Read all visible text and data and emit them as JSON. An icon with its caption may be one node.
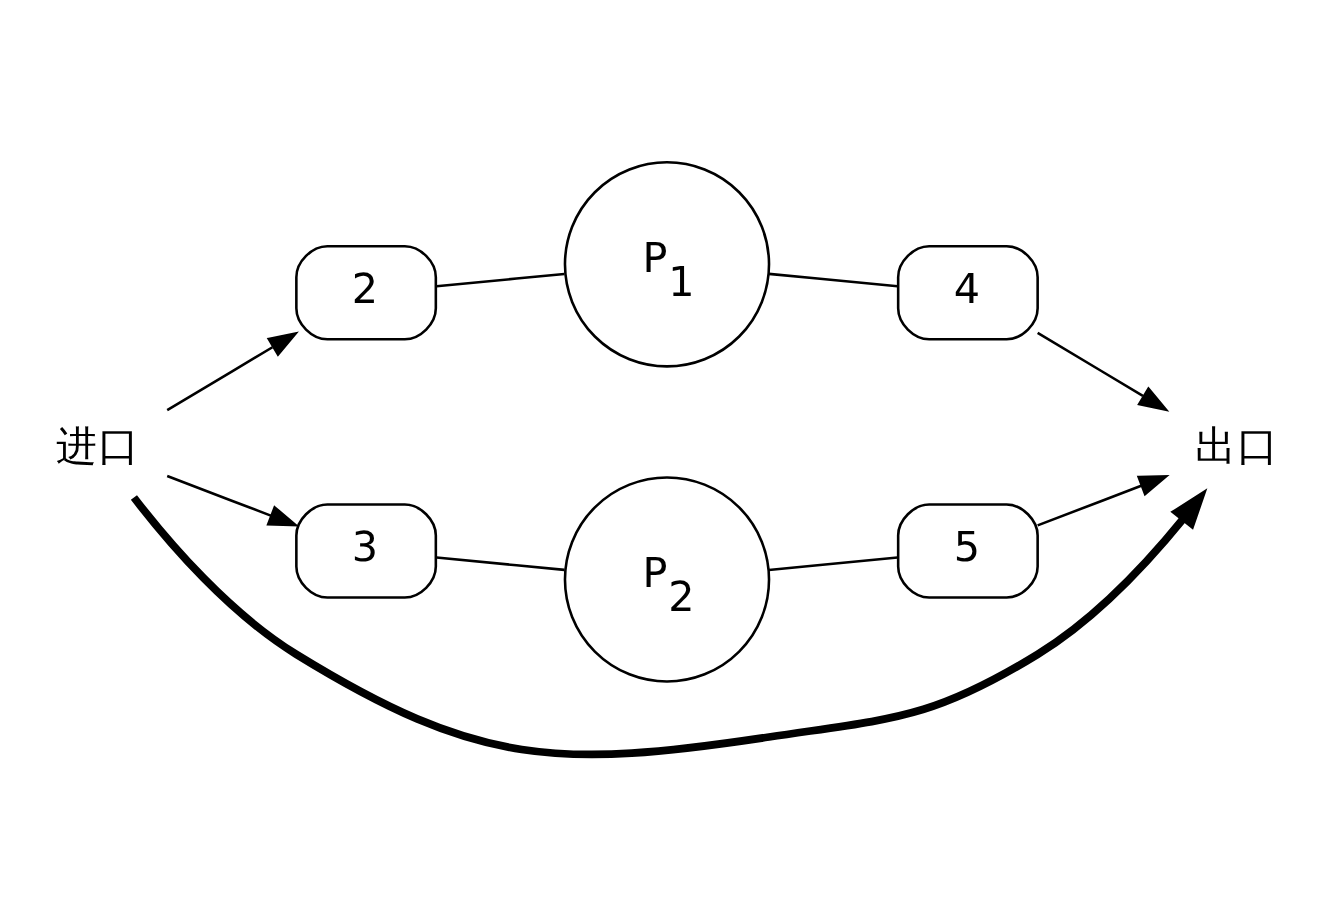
{
  "diagram": {
    "nodes": [
      {
        "text": [
          "进口"
        ]
      },
      {
        "text": [
          "2"
        ]
      },
      {
        "text": [
          "P$_{1}$"
        ]
      },
      {
        "text": [
          "4"
        ]
      },
      {
        "text": [
          "3"
        ]
      },
      {
        "text": [
          "P$_{2}$"
        ]
      },
      {
        "text": [
          "5"
        ]
      },
      {
        "text": [
          "出口"
        ]
      }
    ],
    "edges": [
      {
        "from": 0,
        "to": 1,
        "arrow": "to"
      },
      {
        "from": 1,
        "to": 2,
        "arrow": "none"
      },
      {
        "from": 2,
        "to": 3,
        "arrow": "none"
      },
      {
        "from": 3,
        "to": 7,
        "arrow": "to"
      },
      {
        "from": 0,
        "to": 4,
        "arrow": "to"
      },
      {
        "from": 4,
        "to": 5,
        "arrow": "none"
      },
      {
        "from": 5,
        "to": 6,
        "arrow": "none"
      },
      {
        "from": 6,
        "to": 7,
        "arrow": "to"
      },
      {
        "from": 0,
        "to": 7,
        "arrow": "to",
        "style": "thick"
      }
    ]
  }
}
